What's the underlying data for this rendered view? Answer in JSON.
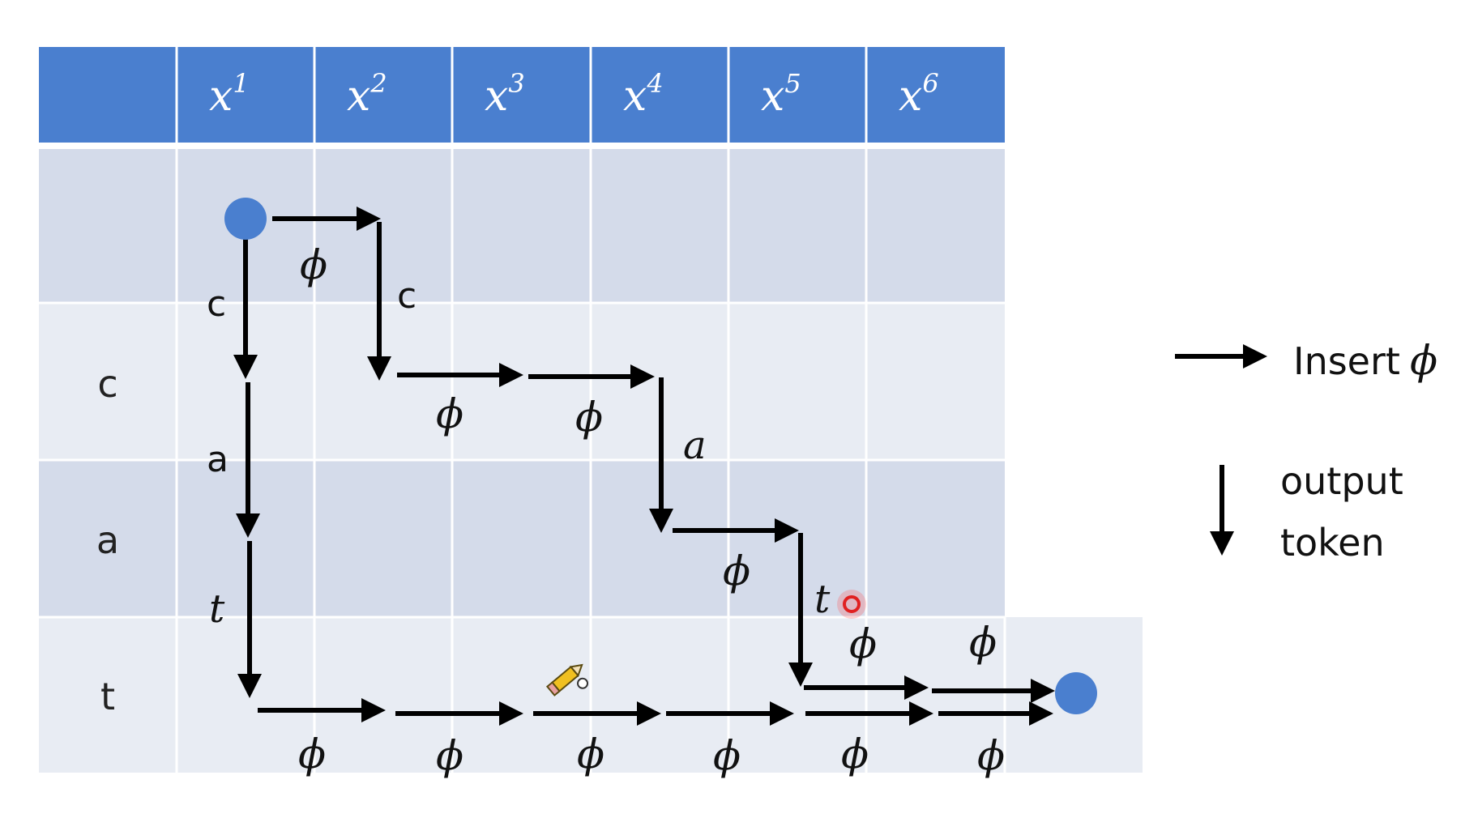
{
  "header": {
    "columns": [
      {
        "base": "x",
        "sup": "1"
      },
      {
        "base": "x",
        "sup": "2"
      },
      {
        "base": "x",
        "sup": "3"
      },
      {
        "base": "x",
        "sup": "4"
      },
      {
        "base": "x",
        "sup": "5"
      },
      {
        "base": "x",
        "sup": "6"
      }
    ]
  },
  "rows": [
    "",
    "c",
    "a",
    "t"
  ],
  "path_labels": {
    "phi": "ϕ",
    "left_tokens": [
      "c",
      "a",
      "t"
    ],
    "upper_tokens": [
      "c",
      "a",
      "t"
    ]
  },
  "legend": {
    "insert_label": "Insert",
    "insert_symbol": "ϕ",
    "output_label_line1": "output",
    "output_label_line2": "token"
  },
  "colors": {
    "header": "#4a7fcf",
    "row_dark": "#d4dbea",
    "row_light": "#e8ecf3",
    "node": "#4a7fcf",
    "arrow": "#000000"
  }
}
